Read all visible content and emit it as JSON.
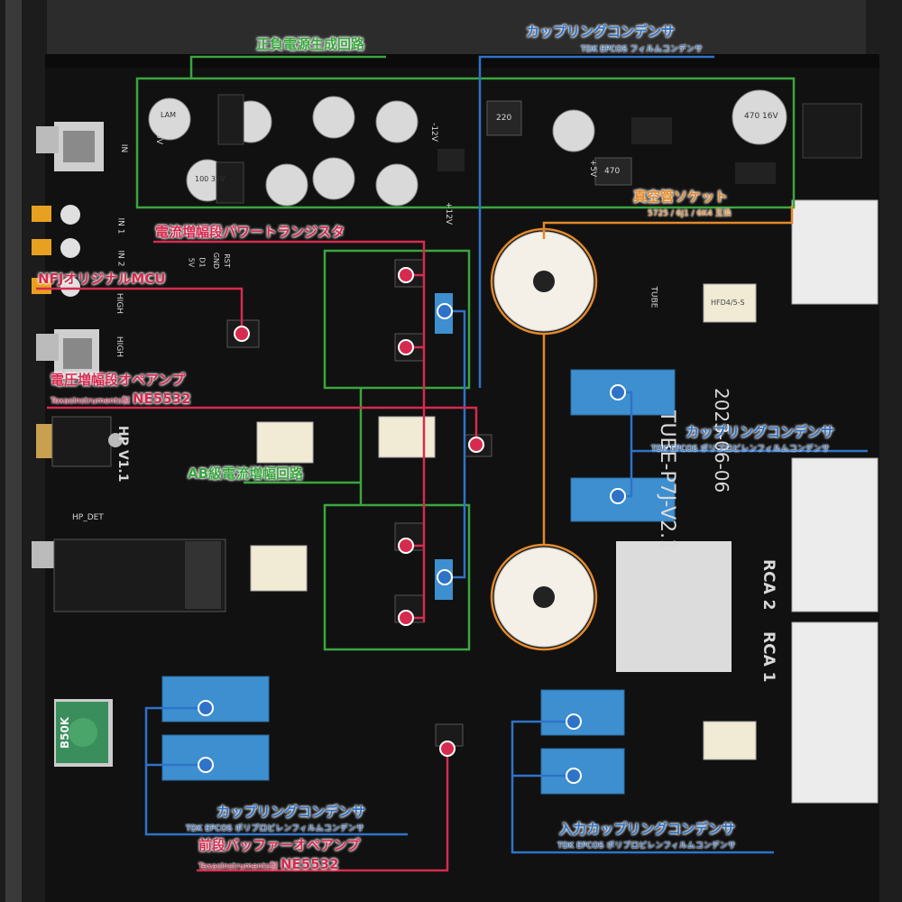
{
  "colors": {
    "green": "#3aa63f",
    "blue": "#2f73c8",
    "red": "#d62b4f",
    "orange": "#e3892b",
    "pcb": "#121212",
    "chassis": "#2a2a2a"
  },
  "annotations": {
    "power_supply": {
      "title": "正負電源生成回路"
    },
    "coupling_top": {
      "title": "カップリングコンデンサ",
      "subtitle": "TDK EPCOS フィルムコンデンサ"
    },
    "tube_socket": {
      "title": "真空管ソケット",
      "subtitle": "5725 / 6J1 / 6K4 互換"
    },
    "power_transistor": {
      "title": "電流増幅段パワートランジスタ"
    },
    "mcu": {
      "title": "NFJオリジナルMCU"
    },
    "voltage_opamp": {
      "title": "電圧増幅段オペアンプ",
      "subtitle_pre": "TexasInstruments製 ",
      "subtitle_big": "NE5532"
    },
    "coupling_right": {
      "title": "カップリングコンデンサ",
      "subtitle": "TDK EPCOS ポリプロピレンフィルムコンデンサ"
    },
    "ab_class": {
      "title": "AB級電流増幅回路"
    },
    "coupling_bottom": {
      "title": "カップリングコンデンサ",
      "subtitle": "TDK EPCOS ポリプロピレンフィルムコンデンサ"
    },
    "buffer_opamp": {
      "title": "前段バッファーオペアンプ",
      "subtitle_pre": "TexasInstruments製 ",
      "subtitle_big": "NE5532"
    },
    "input_coupling": {
      "title": "入力カップリングコンデンサ",
      "subtitle": "TDK EPCOS ポリプロピレンフィルムコンデンサ"
    }
  },
  "silkscreen": {
    "in": "IN",
    "in1": "IN 1",
    "in2": "IN 2",
    "high1": "HIGH",
    "high2": "HIGH",
    "tube": "TUBE",
    "board_name": "TUBE-P7J-V2.1",
    "board_date": "2023-06-06",
    "rca2": "RCA 2",
    "rca1": "RCA 1",
    "hp_version": "HP V1.1",
    "hp_det": "HP_DET",
    "neg_v": "-5V",
    "pos12": "+12V",
    "neg12": "-12V",
    "pos5": "+5V",
    "lam": "LAM",
    "cap_100_35v": "100 35V",
    "cap_470_16v": "470 16V",
    "ind_220": "220",
    "ind_470": "470",
    "relay": "HFD4/5-S",
    "volume": "B50K",
    "pins_rst": "RST",
    "pins_gnd": "GND",
    "pins_d1": "D1",
    "pins_5v": "5V"
  }
}
